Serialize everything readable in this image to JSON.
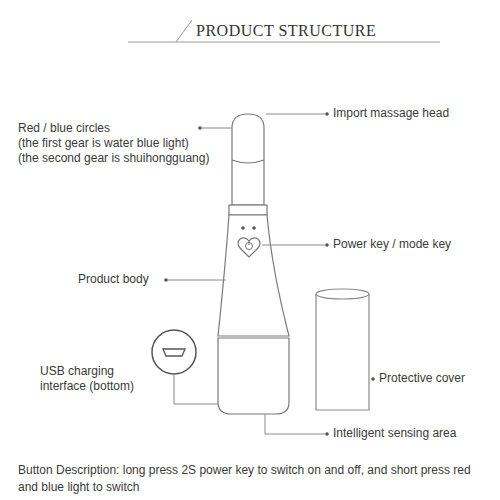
{
  "diagram": {
    "title": "PRODUCT STRUCTURE",
    "labels": [
      "Import massage head",
      "Red / blue circles",
      "(the first gear is water blue light)",
      "(the second gear is shuihongguang)",
      "Power key / mode key",
      "Product body",
      "USB charging interface (bottom)",
      "Protective cover",
      "Intelligent sensing area",
      "Button Description: long press 2S power key to switch on and off, and short press red and blue light to switch"
    ]
  }
}
